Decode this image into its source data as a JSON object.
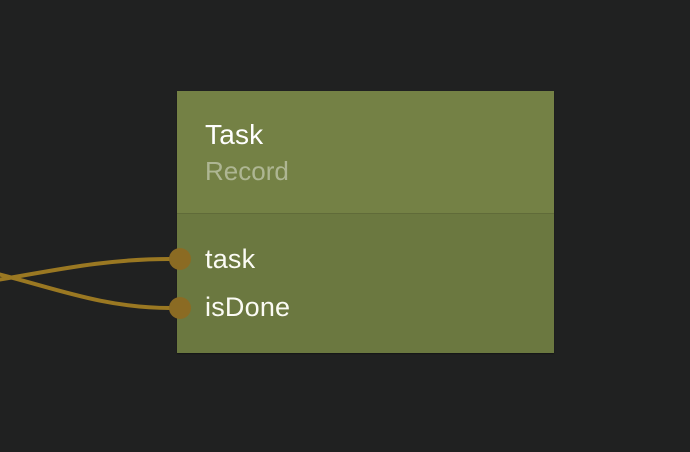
{
  "node": {
    "title": "Task",
    "subtitle": "Record",
    "ports": [
      {
        "label": "task"
      },
      {
        "label": "isDone"
      }
    ]
  },
  "edges": [
    {
      "to": "task"
    },
    {
      "to": "isDone"
    }
  ],
  "colors": {
    "background": "#202121",
    "node_header": "#748145",
    "node_body": "#6b7840",
    "port": "#8b6b23",
    "edge": "#9a7822",
    "title": "#ffffff",
    "subtitle": "rgba(255,255,255,0.42)",
    "port_label": "#fbfbf4"
  }
}
